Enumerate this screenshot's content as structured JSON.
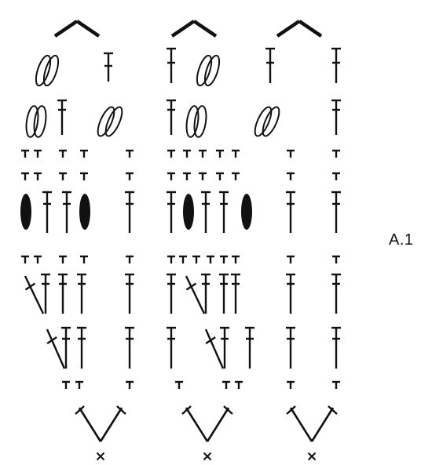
{
  "diagram": {
    "label": "A.1",
    "ink_color": "#111111",
    "background": "#ffffff",
    "symbols": [
      "single-crochet-x",
      "treble-crochet",
      "double-crochet",
      "half-double-crochet",
      "bobble-cluster",
      "puff-stitch-cluster",
      "chain-picot-arch"
    ],
    "repeat_columns": 3
  }
}
